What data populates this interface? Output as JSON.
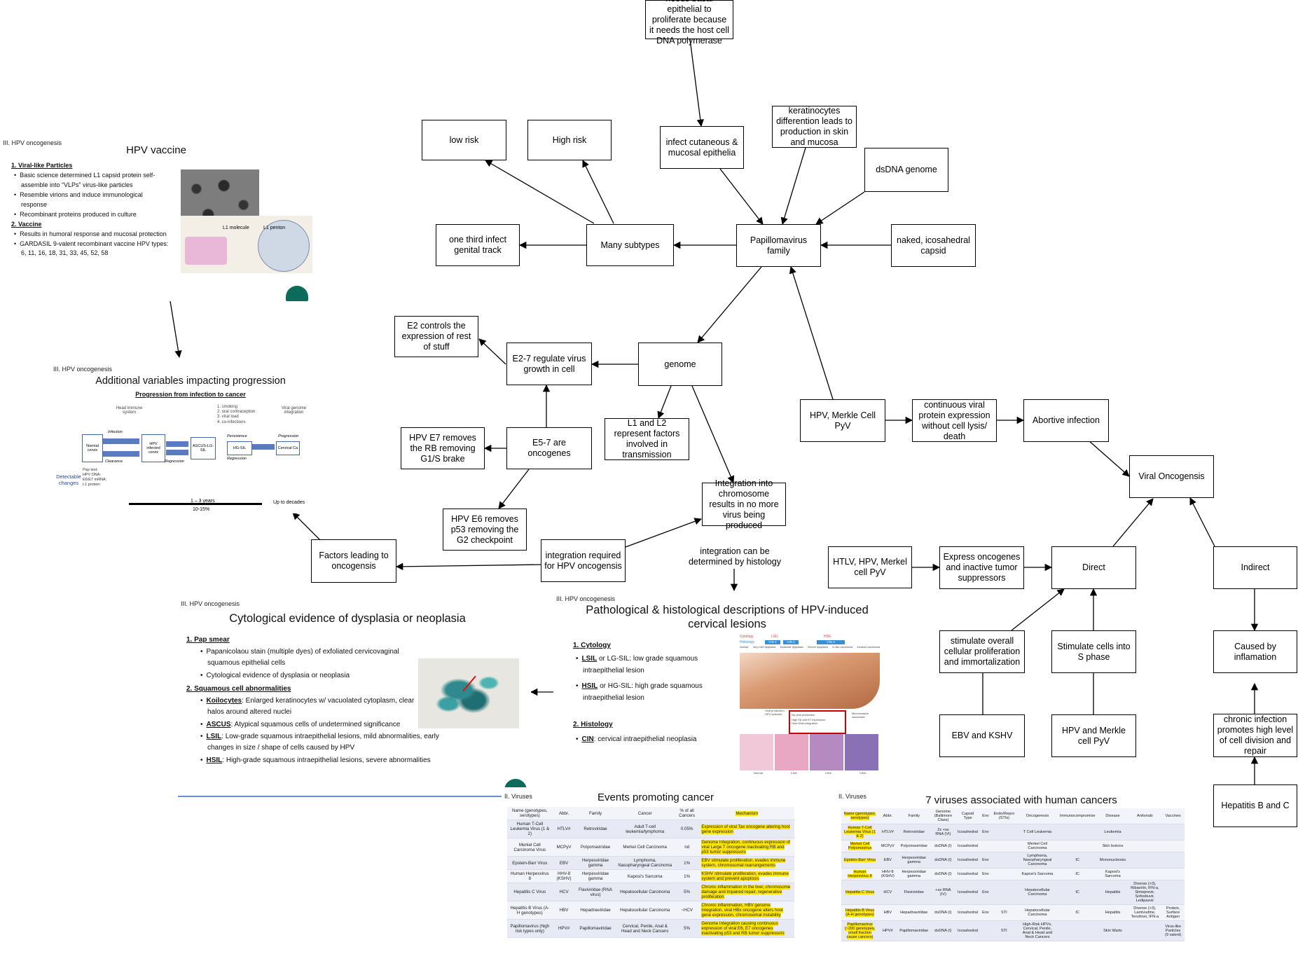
{
  "nodes": {
    "basal": "needs basal epithelial to proliferate because it needs the host cell DNA polymerase",
    "low_risk": "low risk",
    "high_risk": "High risk",
    "infect_cutaneous": "infect cutaneous & mucosal epithelia",
    "keratinocytes": "keratinocytes differention leads to production in skin and mucosa",
    "dsdna": "dsDNA genome",
    "one_third": "one third infect genital track",
    "many_subtypes": "Many subtypes",
    "papillomavirus": "Papillomavirus family",
    "naked": "naked, icosahedral capsid",
    "e2_controls": "E2 controls the expression of rest of stuff",
    "e27": "E2-7 regulate virus growth in cell",
    "genome": "genome",
    "hpv_e7": "HPV E7 removes the RB removing G1/S brake",
    "e57": "E5-7 are oncogenes",
    "l1l2": "L1 and L2 represent factors involved in transmission",
    "hpv_merkle": "HPV, Merkle Cell PyV",
    "continuous": "continuous viral protein expression without cell lysis/ death",
    "abortive": "Abortive infection",
    "integration_chrom": "Integration into chromosome results in no more virus being produced",
    "hpv_e6": "HPV E6 removes p53 removing the G2 checkpoint",
    "viral_onc": "Viral Oncogensis",
    "factors": "Factors leading to oncogensis",
    "integration_req": "integration required for HPV oncogensis",
    "htlv": "HTLV, HPV, Merkel cell PyV",
    "express_onc": "Express oncogenes and inactive tumor suppressors",
    "direct": "Direct",
    "indirect": "Indirect",
    "stimulate_overall": "stimulate overall cellular proliferation and immortalization",
    "stimulate_s": "Stimulate cells into S phase",
    "caused_inflam": "Caused by inflamation",
    "ebv": "EBV and KSHV",
    "hpv_merkle2": "HPV and Merkle cell PyV",
    "chronic": "chronic infection promotes high level of cell division and repair",
    "hepb": "Hepatitis B and C"
  },
  "edge_labels": {
    "histology": "integration can be determined by histology"
  },
  "slide_vaccine": {
    "section": "III.   HPV oncogenesis",
    "title": "HPV vaccine",
    "h1": "1.   Viral-like Particles",
    "b1": "Basic science determined L1 capsid protein self-assemble into “VLPs” virus-like particles",
    "b2": "Resemble virions and induce immunological response",
    "b3": "Recombinant proteins produced in culture",
    "h2": "2.   Vaccine",
    "b4": "Results in humoral response and mucosal protection",
    "b5": "GARDASIL 9-valent recombinant vaccine HPV types: 6, 11, 16, 18, 31, 33, 45, 52, 58",
    "img_l1": "L1 molecule",
    "img_penton": "L1 penton"
  },
  "slide_progression": {
    "section": "III.   HPV oncogenesis",
    "title": "Additional variables impacting progression",
    "subtitle": "Progression from infection to cancer",
    "head_immune": "Head immune system",
    "list": "1. smoking\n2. oral contraception\n3. viral load\n4. co-infections",
    "viral_int": "Viral genome integration",
    "normal": "Normal cervix",
    "infected": "HPV infected cervix",
    "ascus": "ASCUS-LG-SIL",
    "hgsil": "HG-SIL",
    "cervical": "Cervical Ca",
    "infection": "Infection",
    "clearance": "Clearance",
    "regression": "Regression",
    "persistence": "Persistence",
    "progression": "Progression",
    "regression2": "Regression",
    "detectable": "Detectable changes",
    "markers": "Pap test:\nHPV DNA:\nE6/E7 mRNA:\nL1 protein:",
    "years": "1 – 3 years",
    "pct": "10-15%",
    "decades": "Up to decades"
  },
  "slide_cyto": {
    "section": "III.   HPV oncogenesis",
    "title": "Cytological evidence of dysplasia or neoplasia",
    "h1": "1.   Pap smear",
    "b1": "Papanicolaou stain (multiple dyes) of exfoliated cervicovaginal squamous epithelial cells",
    "b2": "Cytological evidence of dysplasia or neoplasia",
    "h2": "2.   Squamous cell abnormalities",
    "koil_k": "Koilocytes",
    "koil": ": Enlarged keratinocytes w/ vacuolated cytoplasm, clear halos around altered nuclei",
    "ascus_k": "ASCUS",
    "ascus": ": Atypical squamous cells of undetermined significance",
    "lsil_k": "LSIL",
    "lsil": ": Low-grade squamous intraepithelial lesions, mild abnormalities, early changes in size / shape of cells caused by HPV",
    "hsil_k": "HSIL",
    "hsil": ": High-grade squamous intraepithelial lesions, severe abnormalities"
  },
  "slide_path": {
    "section": "III.   HPV oncogenesis",
    "title": "Pathological & histological descriptions of HPV-induced cervical lesions",
    "h1": "1.   Cytology",
    "lsil_k": "LSIL",
    "lsil": " or LG-SIL: low grade squamous intraepithelial lesion",
    "hsil_k": "HSIL",
    "hsil": " or HG-SIL: high grade squamous intraepithelial lesion",
    "h2": "2.   Histology",
    "cin_k": "CIN",
    "cin": ": cervical intraepithelial neoplasia",
    "img_cytology": "Cytology",
    "img_histology": "Histology",
    "img_lsil": "LSIL",
    "img_hsil": "HSIL",
    "img_cin1": "CIN 1",
    "img_cin2": "CIN 2",
    "img_cin3": "CIN 3",
    "img_normal": "Normal",
    "img_mild": "Very mild dysplasia",
    "img_moderate": "Moderate dysplasia",
    "img_severe": "Severe dysplasia",
    "img_insitu": "In situ carcinoma",
    "img_invasive": "Invasive carcinoma",
    "img_viral": "Viral production HPV episome",
    "img_noviral": "No viral production",
    "img_highe6": "High E6 and E7 expression",
    "img_hostdna": "Host DNA integration",
    "img_micro": "Microinvasive carcinoma",
    "img_cin1b": "CIN1",
    "img_cin2b": "CIN2",
    "img_cin3b": "CIN3"
  },
  "slide_events": {
    "section": "II.   Viruses",
    "title": "Events promoting cancer",
    "headers": [
      "Name (genotypes, serotypes)",
      "Abbr.",
      "Family",
      "Cancer",
      "% of all Cancers",
      "Mechanism"
    ],
    "rows": [
      [
        "Human T-Cell Leukemia Virus (1 & 2)",
        "HTLV#",
        "Retroviridae",
        "Adult T-cell leukemia/lymphoma",
        "0.05%",
        "Expression of viral Tax oncogene altering host gene expression"
      ],
      [
        "Merkel Cell Carcinoma Virus",
        "MCPyV",
        "Polyomaviridae",
        "Merkel Cell Carcinoma",
        "nd",
        "Genome Integration, continuous expression of viral Large T oncogene inactivating RB and p53 tumor suppressors"
      ],
      [
        "Epstein-Barr Virus",
        "EBV",
        "Herpesviridae gamma",
        "Lymphoma, Nasopharyngeal Carcinoma",
        "1%",
        "EBV stimulate proliferation, evades immune system, chromosomal rearrangements"
      ],
      [
        "Human Herpesvirus 8",
        "HHV-8 (KSHV)",
        "Herpesviridae gamma",
        "Kaposi's Sarcoma",
        "1%",
        "KSHV stimulate proliferation, evades immune system and prevent apoptosis"
      ],
      [
        "Hepatitis C Virus",
        "HCV",
        "Flaviviridae (RNA virus)",
        "Hepatocellular Carcinoma",
        "5%",
        "Chronic inflammation in the liver, chromosome damage and impaired repair, regenerative proliferation"
      ],
      [
        "Hepatitis B Virus (A-H genotypes)",
        "HBV",
        "Hepadnaviridae",
        "Hepatocellular Carcinoma",
        "~HCV",
        "Chronic inflammation, HBV genome integration, viral HBx oncogene alters host gene expression, chromosomal instability"
      ],
      [
        "Papillomavirus (high risk types only)",
        "HPV#",
        "Papillomaviridae",
        "Cervical, Penile, Anal & Head and Neck Cancers",
        "5%",
        "Genome Integration causing continuous expression of viral E6, E7 oncogenes inactivating p53 and RB tumor suppressors"
      ]
    ]
  },
  "slide_seven": {
    "section": "II.   Viruses",
    "title": "7 viruses associated with human cancers",
    "headers": [
      "Name (genotypes, serotypes)",
      "Abbr.",
      "Family",
      "Genome (Baltimore Class)",
      "Capsid Type",
      "Env",
      "Endo/Repro (STIs)",
      "Oncogenesis",
      "Immunocompromise",
      "Disease",
      "Antivirals",
      "Vaccines"
    ],
    "rows": [
      [
        "Human T-Cell Leukemia Virus (1 & 2)",
        "HTLV#",
        "Retroviridae",
        "2x +ss RNA (VI)",
        "Icosahedral",
        "Env",
        "",
        "T Cell Leukemia",
        "",
        "Leukemia",
        "",
        ""
      ],
      [
        "Merkel Cell Polyomavirus",
        "MCPyV",
        "Polyomaviridae",
        "dsDNA (I)",
        "Icosahedral",
        "",
        "",
        "Merkel Cell Carcinoma",
        "",
        "Skin lesions",
        "",
        ""
      ],
      [
        "Epstein-Barr Virus",
        "EBV",
        "Herpesviridae gamma",
        "dsDNA (I)",
        "Icosahedral",
        "Env",
        "",
        "Lymphoma, Nasopharyngeal Carcinoma",
        "IC",
        "Mononucleosis",
        "",
        ""
      ],
      [
        "Human Herpesvirus 8",
        "HHV-8 (KSHV)",
        "Herpesviridae gamma",
        "dsDNA (I)",
        "Icosahedral",
        "Env",
        "",
        "Kaposi's Sarcoma",
        "IC",
        "Kaposi's Sarcoma",
        "",
        ""
      ],
      [
        "Hepatitis C Virus",
        "HCV",
        "Flaviviridae",
        "+ss RNA (IV)",
        "Icosahedral",
        "Env",
        "",
        "Hepatocellular Carcinoma",
        "IC",
        "Hepatitis",
        "Diverse (>3), Ribavirin, IFN-a, Simeprevir, Sofosbuvir, Ledipasvir",
        ""
      ],
      [
        "Hepatitis B Virus (A-H genotypes)",
        "HBV",
        "Hepadnaviridae",
        "dsDNA (I)",
        "Icosahedral",
        "Env",
        "STI",
        "Hepatocellular Carcinoma",
        "IC",
        "Hepatitis",
        "Diverse (>3), Lamivudine, Tenofovir, IFN-a",
        "Protein, Surface Antigen"
      ],
      [
        "Papillomavirus (~200 genotypes, small fraction cause cancers)",
        "HPV#",
        "Papillomaviridae",
        "dsDNA (I)",
        "Icosahedral",
        "",
        "STI",
        "High-Risk HPVs, Cervical, Penile, Anal & Head and Neck Cancers",
        "",
        "Skin Warts",
        "",
        "Virus-like Particles (9 valent)"
      ]
    ]
  }
}
